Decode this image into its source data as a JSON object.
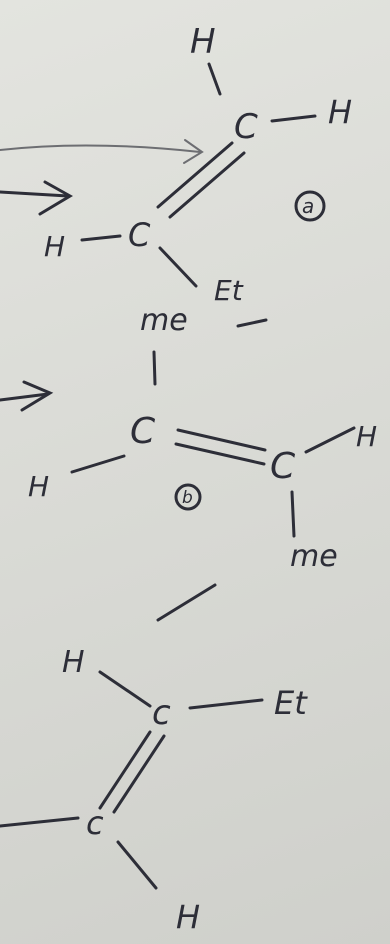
{
  "sketch": {
    "molecule_a": {
      "atoms": {
        "top_h": "H",
        "upper_c": "C",
        "right_h": "H",
        "lower_c": "C",
        "left_h": "H",
        "ethyl": "Et"
      },
      "tag": "a"
    },
    "molecule_b": {
      "atoms": {
        "top_methyl": "me",
        "left_c": "C",
        "left_h": "H",
        "right_c": "C",
        "right_h": "H",
        "bottom_methyl": "me"
      },
      "tag": "b"
    },
    "molecule_c": {
      "atoms": {
        "top_h": "H",
        "upper_c": "c",
        "ethyl": "Et",
        "lower_c": "c",
        "bottom_h": "H"
      }
    }
  },
  "colors": {
    "ink": "#2d2e38",
    "pencil": "#6d6e72",
    "paper": "#dcddd8"
  }
}
